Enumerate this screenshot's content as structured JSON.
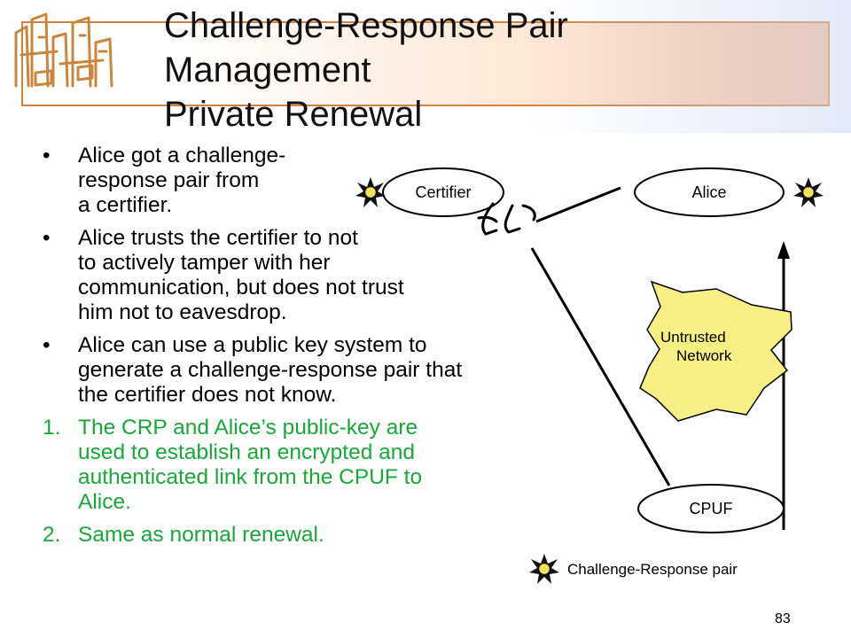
{
  "title": {
    "line1": "Challenge-Response Pair",
    "line2": "Management",
    "line3": "Private Renewal"
  },
  "bullets": [
    {
      "marker": "•",
      "lines": [
        "Alice got a challenge-",
        "response pair from",
        "a certifier."
      ]
    },
    {
      "marker": "•",
      "lines": [
        "Alice trusts the certifier to not",
        "to actively tamper with her",
        "communication, but does not trust",
        "him not to eavesdrop."
      ]
    },
    {
      "marker": "•",
      "lines": [
        "Alice can use a public key system to",
        "generate a challenge-response pair that",
        "the certifier does not know."
      ]
    }
  ],
  "steps": [
    {
      "marker": "1.",
      "lines": [
        "The CRP and Alice’s public-key are",
        "used to establish an encrypted and",
        "authenticated link from the CPUF to",
        "Alice."
      ]
    },
    {
      "marker": "2.",
      "lines": [
        "Same as normal renewal."
      ]
    }
  ],
  "diagram": {
    "certifier_label": "Certifier",
    "alice_label": "Alice",
    "cpuf_label": "CPUF",
    "network_label_line1": "Untrusted",
    "network_label_line2": "Network",
    "legend_label": "Challenge-Response  pair",
    "eyes_icon": "eyes-icon",
    "crp_icon": "crp-star-icon"
  },
  "page_number": "83",
  "colors": {
    "title_border": "#d2823c",
    "green_text": "#1aa63a",
    "network_fill": "#f5ef84",
    "star_fill": "#f2e35c"
  }
}
